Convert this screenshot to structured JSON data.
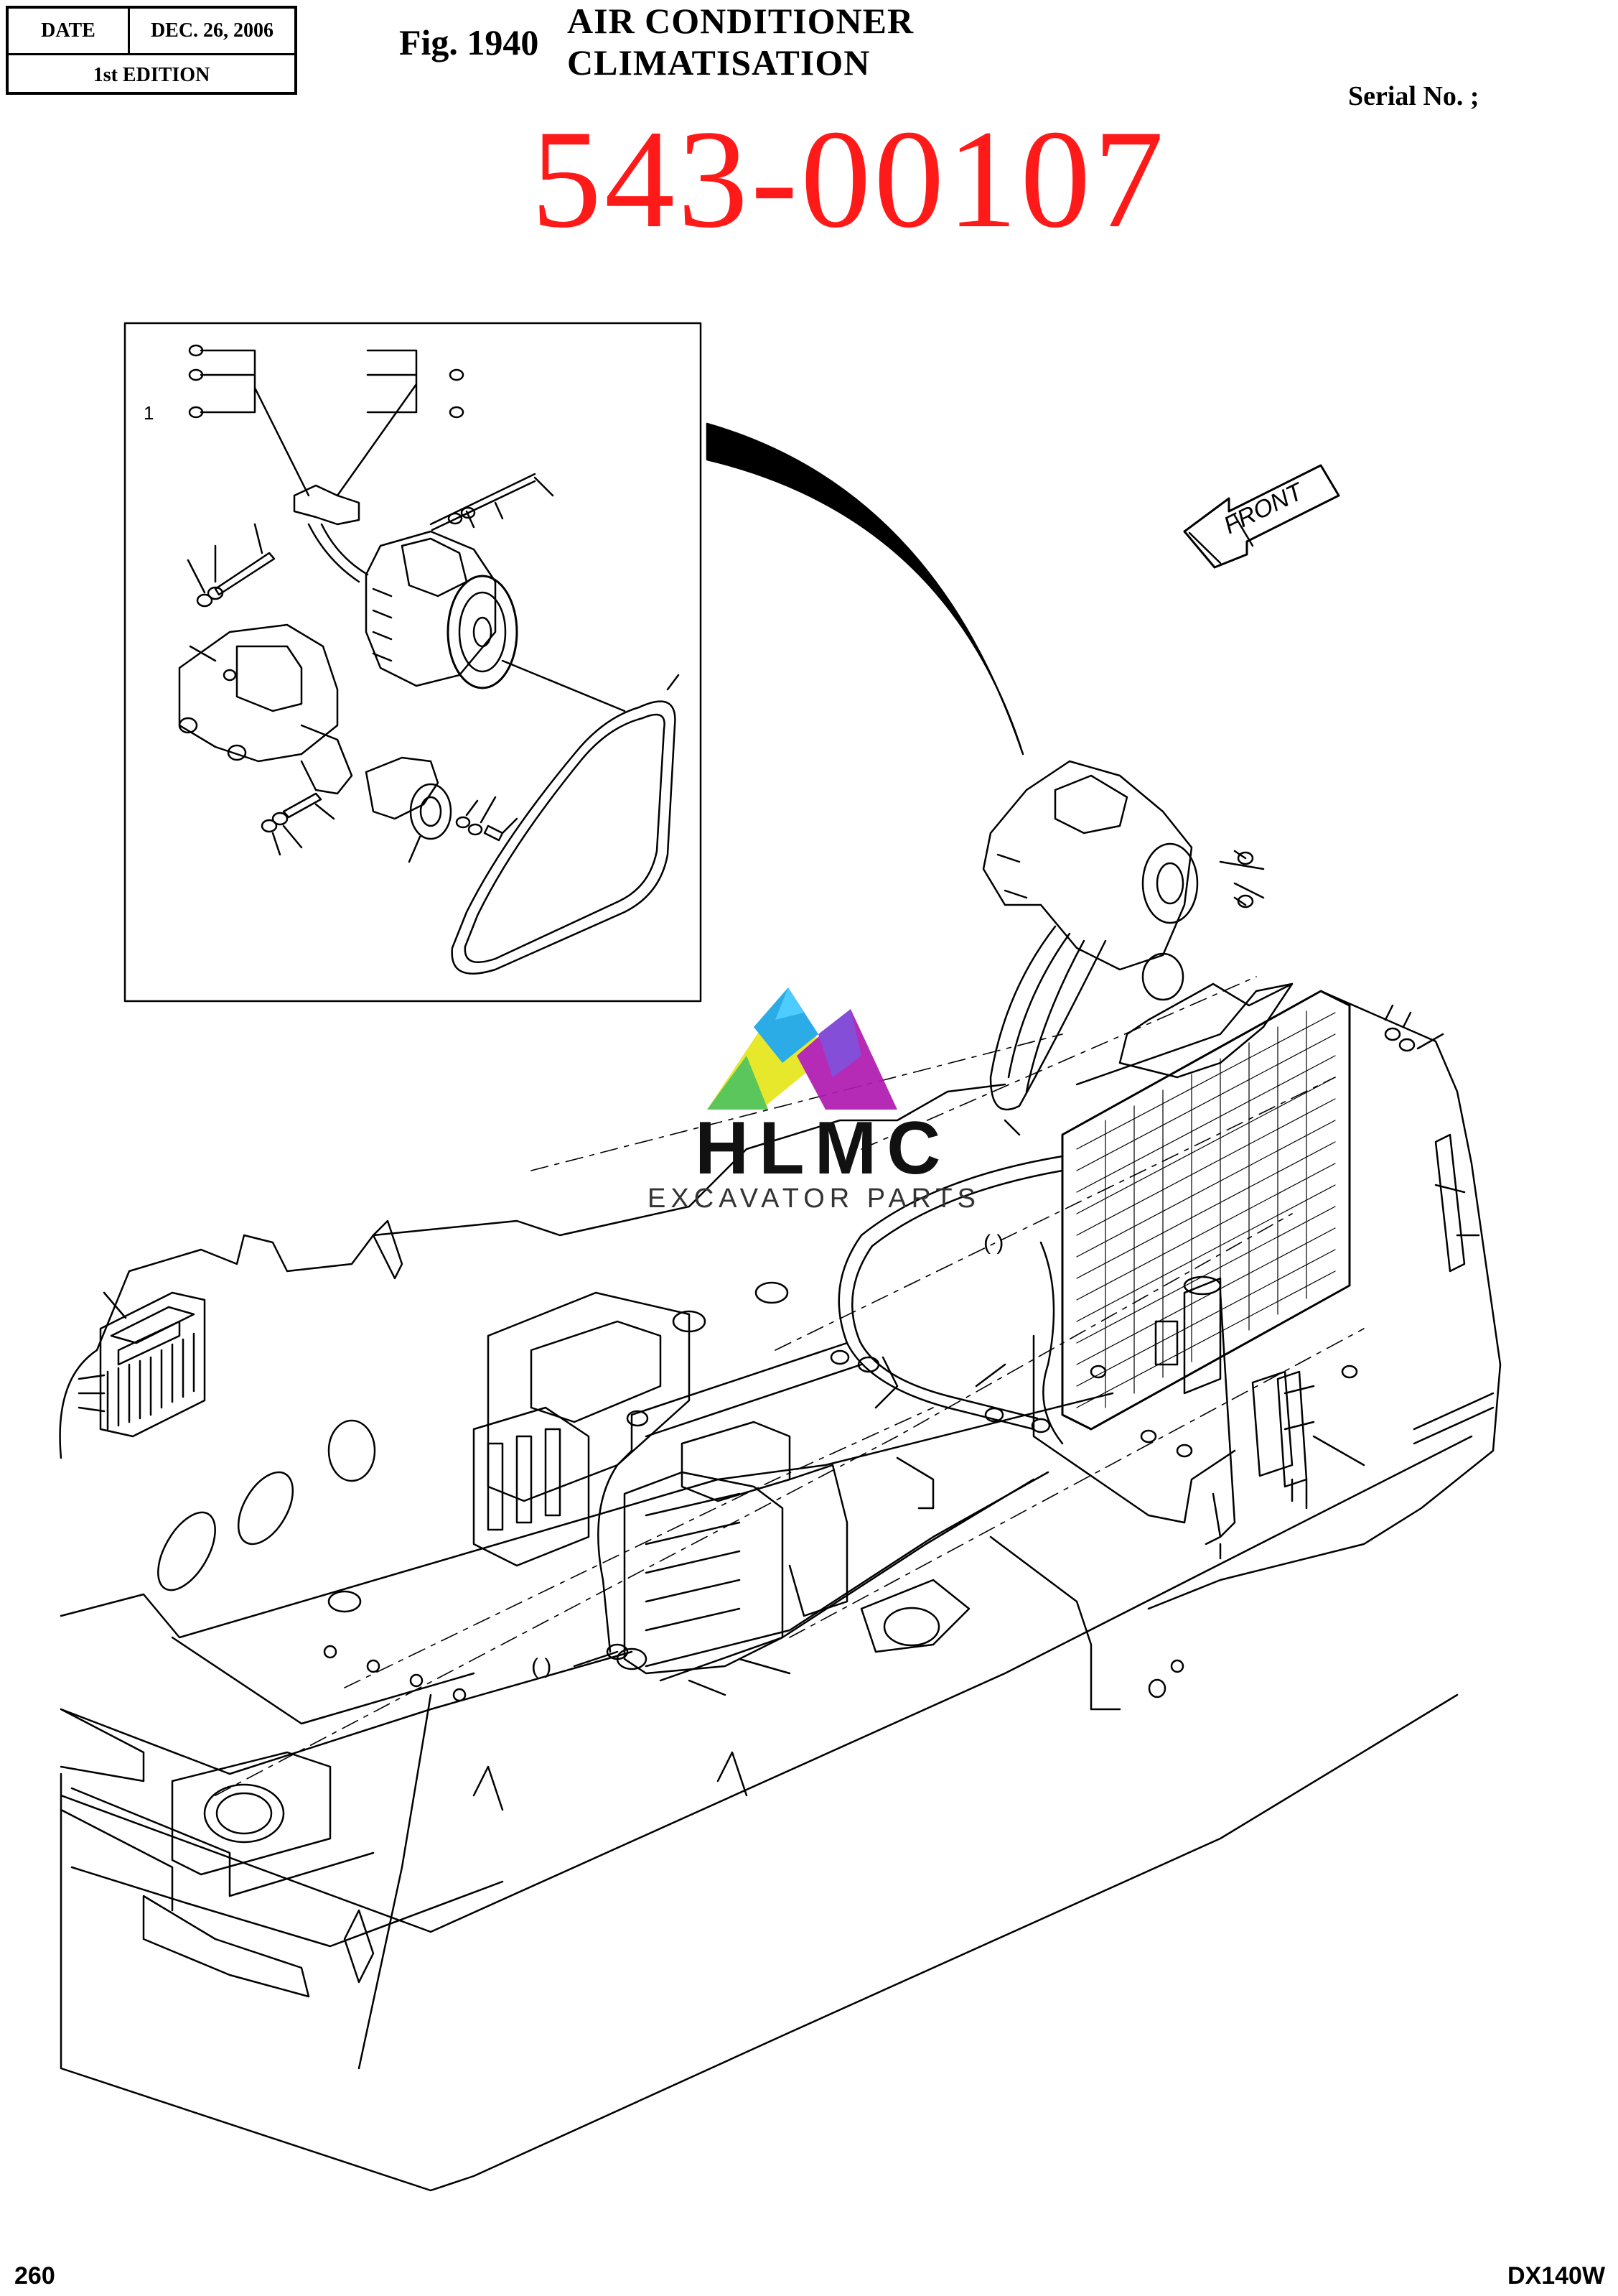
{
  "header": {
    "date_label": "DATE",
    "date_value": "DEC. 26, 2006",
    "edition": "1st EDITION",
    "figure_label": "Fig. 1940",
    "title_en": "AIR  CONDITIONER",
    "title_fr": "CLIMATISATION",
    "serial_label": "Serial No. ;"
  },
  "part_number": "543-00107",
  "diagram": {
    "inset_callout": "1",
    "front_arrow_label": "FRONT",
    "ref_paren_1": "(   )",
    "ref_paren_2": "(   )"
  },
  "watermark": {
    "name": "HLMC",
    "tagline": "EXCAVATOR PARTS"
  },
  "footer": {
    "page_number": "260",
    "model": "DX140W"
  },
  "colors": {
    "part_number": "#ff1a1a",
    "logo_yellow": "#e6e61a",
    "logo_cyan": "#1aa6e6",
    "logo_magenta": "#b01ab0",
    "logo_green": "#4ec24e"
  }
}
